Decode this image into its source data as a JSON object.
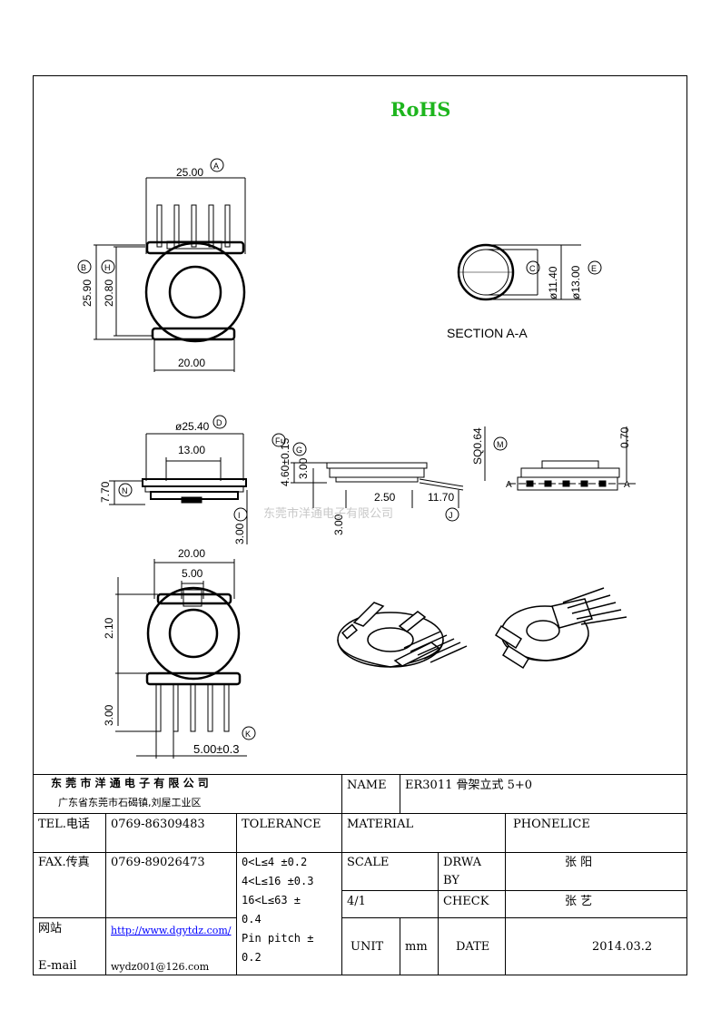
{
  "header": {
    "rohs": "RoHS"
  },
  "drawing": {
    "dims": {
      "d25_00": "25.00",
      "d25_90": "25.90",
      "d20_80": "20.80",
      "d20_00_top": "20.00",
      "d11_40": "ø11.40",
      "d13_00": "ø13.00",
      "section": "SECTION A-A",
      "d25_40": "ø25.40",
      "d13_00b": "13.00",
      "d7_70": "7.70",
      "d3_00a": "3.00",
      "d4_60": "4.60±0.15",
      "d3_00b": "3.00",
      "d2_50": "2.50",
      "d11_70": "11.70",
      "d3_00c": "3.00",
      "sq064": "SQ0.64",
      "d0_70": "0.70",
      "d20_00_bottom": "20.00",
      "d5_00": "5.00",
      "d2_10": "2.10",
      "d3_00d": "3.00",
      "pitch": "5.00±0.3",
      "sec_a": "A"
    },
    "markers": {
      "A": "A",
      "B": "B",
      "H": "H",
      "C": "C",
      "E": "E",
      "D": "D",
      "N": "N",
      "F": "F",
      "G": "G",
      "I": "I",
      "J": "J",
      "M": "M",
      "K": "K"
    },
    "watermark": "东莞市洋通电子有限公司"
  },
  "title_block": {
    "company": "东 莞 市 洋 通 电 子 有 限 公 司",
    "address": "广东省东莞市石碣镇,刘屋工业区",
    "name_label": "NAME",
    "name_value": "ER3011 骨架立式 5+0",
    "tel_label": "TEL.电话",
    "tel_value": "0769-86309483",
    "tolerance_label": "TOLERANCE",
    "material_label": "MATERIAL",
    "material_value": "PHONELICE",
    "fax_label": "FAX.传真",
    "fax_value": "0769-89026473",
    "tol_1": "0<L≤4  ±0.2",
    "tol_2": "4<L≤16 ±0.3",
    "tol_3": "16<L≤63 ±",
    "tol_3b": "0.4",
    "tol_4": "Pin pitch ±",
    "tol_4b": "0.2",
    "scale_label": "SCALE",
    "scale_value": "4/1",
    "drwa_label": "DRWA",
    "by_label": "BY",
    "drawn_by": "张 阳",
    "check_label": "CHECK",
    "checker": "张 艺",
    "web_label": "网站",
    "web_value": "http://www.dgytdz.com/",
    "email_label": "E-mail",
    "email_value": "wydz001@126.com",
    "unit_label": "UNIT",
    "unit_value": "mm",
    "date_label": "DATE",
    "date_value": "2014.03.2"
  }
}
